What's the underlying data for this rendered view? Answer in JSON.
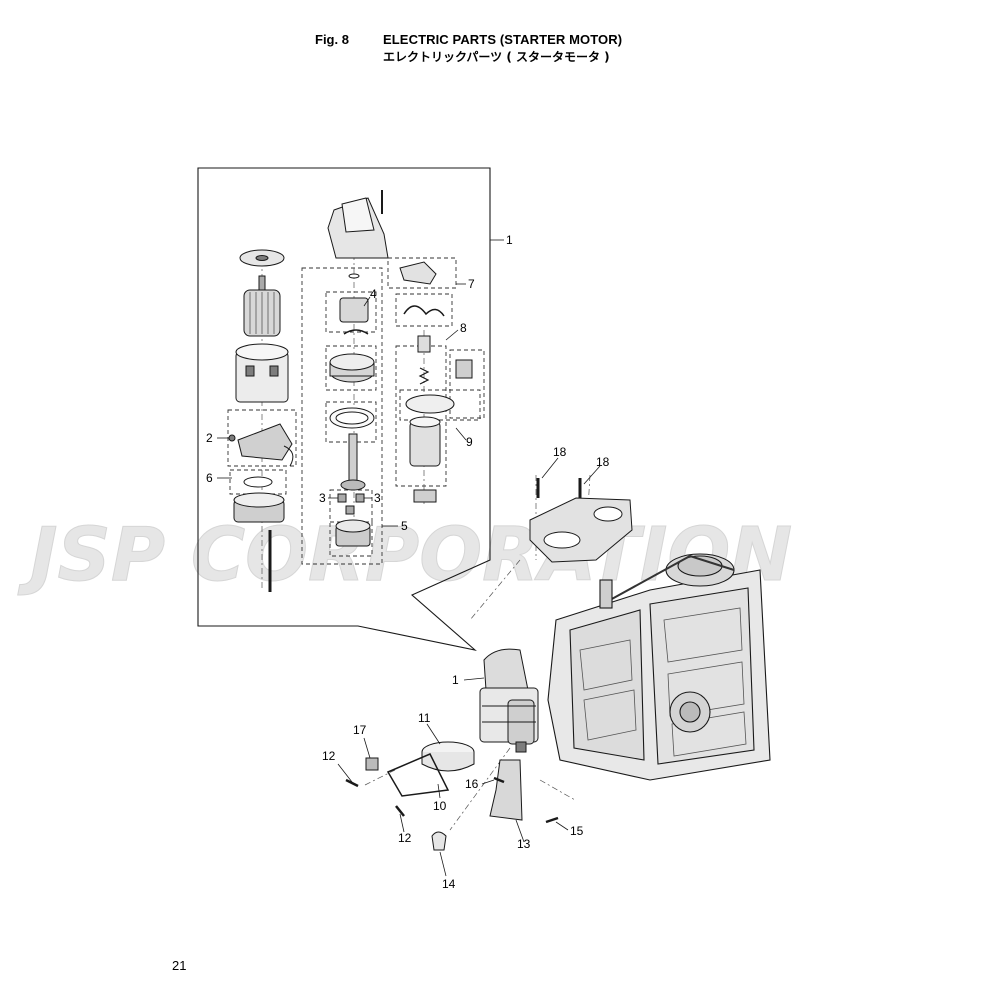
{
  "figure": {
    "number": "Fig. 8",
    "title": "ELECTRIC PARTS (STARTER MOTOR)",
    "title_jp": "エレクトリックパーツ ( スタータモータ )"
  },
  "callouts": [
    "1",
    "2",
    "3",
    "3",
    "4",
    "5",
    "6",
    "7",
    "8",
    "9",
    "18",
    "18",
    "1",
    "11",
    "17",
    "12",
    "10",
    "12",
    "16",
    "15",
    "13",
    "14"
  ],
  "watermark": "JSP CORPORATION",
  "page_number": "21",
  "colors": {
    "line": "#1a1a1a",
    "part_fill": "#e6e6e6",
    "part_dark": "#7d7d7d",
    "watermark": "#d9d9d9"
  }
}
